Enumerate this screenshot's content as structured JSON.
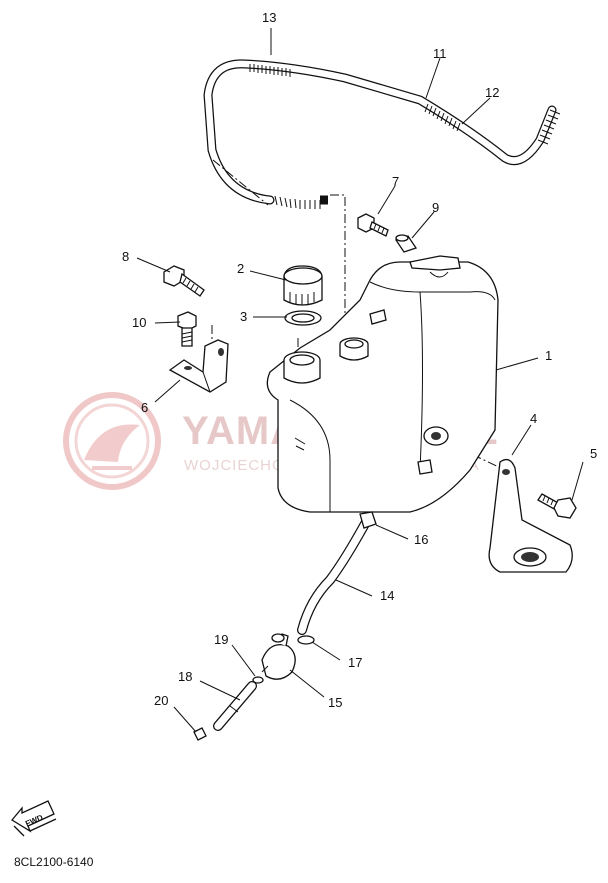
{
  "watermark": {
    "brand": "YAMASKLEP.PL",
    "line": "WOJCIECHOWICZ | DENISIEWICZ HA",
    "color": "#e8b4b4"
  },
  "callouts": [
    "1",
    "2",
    "3",
    "4",
    "5",
    "6",
    "7",
    "8",
    "9",
    "10",
    "11",
    "12",
    "13",
    "14",
    "15",
    "16",
    "17",
    "18",
    "19",
    "20"
  ],
  "fwd_label": "FWD",
  "diagram_code": "8CL2100-6140"
}
